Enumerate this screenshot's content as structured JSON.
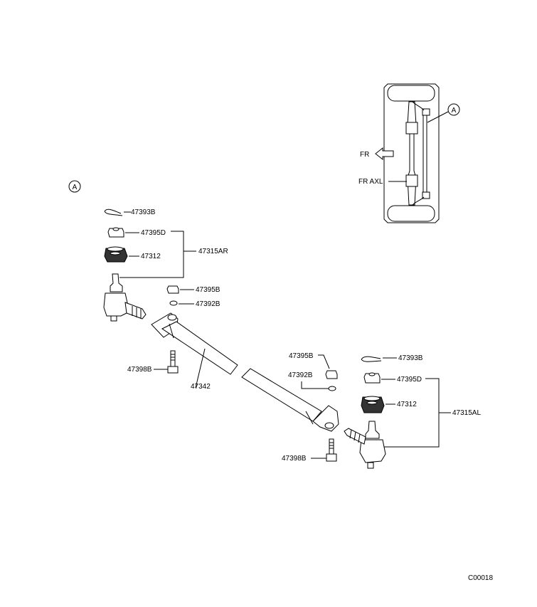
{
  "view_marker": "A",
  "inset": {
    "marker": "A",
    "front_label": "FR",
    "axle_label": "FR AXL"
  },
  "parts": {
    "cotter_pin_right": "47393B",
    "nut_right": "47395D",
    "boot_right": "47312",
    "tie_rod_end_assy_right": "47315AR",
    "clamp_nut_left": "47395B",
    "washer_left": "47392B",
    "clamp_bolt_left": "47398B",
    "tie_rod": "47342",
    "clamp_nut_right": "47395B",
    "washer_right": "47392B",
    "cotter_pin_left": "47393B",
    "nut_left": "47395D",
    "boot_left": "47312",
    "tie_rod_end_assy_left": "47315AL",
    "clamp_bolt_right": "47398B"
  },
  "figure_code": "C00018"
}
